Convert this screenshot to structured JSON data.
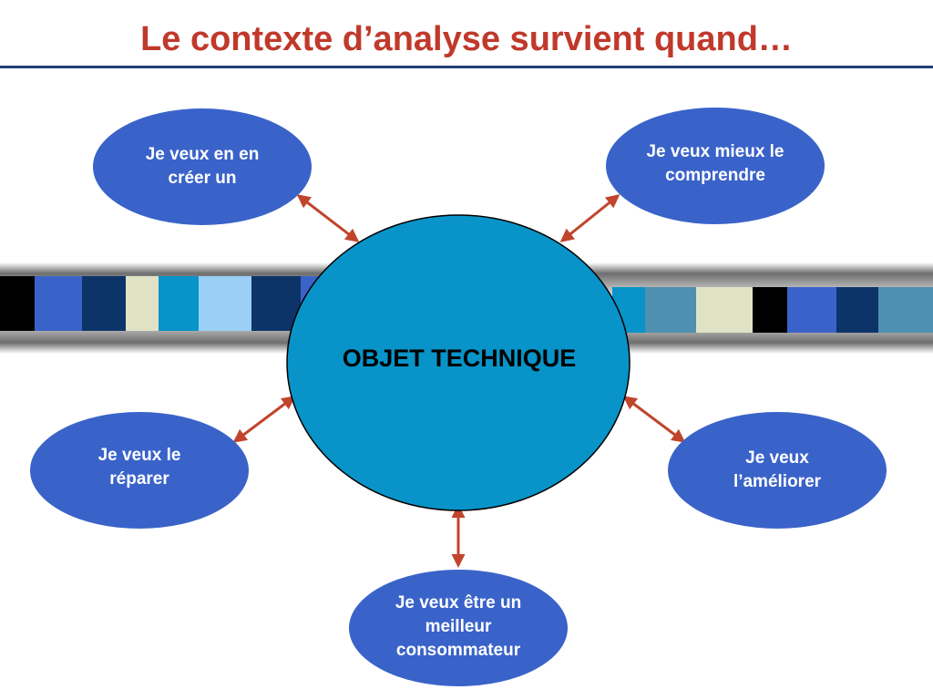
{
  "title": "Le contexte d’analyse survient quand…",
  "center": {
    "label": "OBJET TECHNIQUE"
  },
  "nodes": [
    {
      "label": "Je veux en en créer un"
    },
    {
      "label": "Je veux mieux le comprendre"
    },
    {
      "label": "Je veux le réparer"
    },
    {
      "label": "Je veux l’améliorer"
    },
    {
      "label": "Je veux être un meilleur consommateur"
    }
  ],
  "colors": {
    "title": "#c0392b",
    "title_rule": "#1f3f73",
    "center_fill": "#0894c8",
    "node_fill": "#3a63c9",
    "arrow": "#c0452c"
  }
}
